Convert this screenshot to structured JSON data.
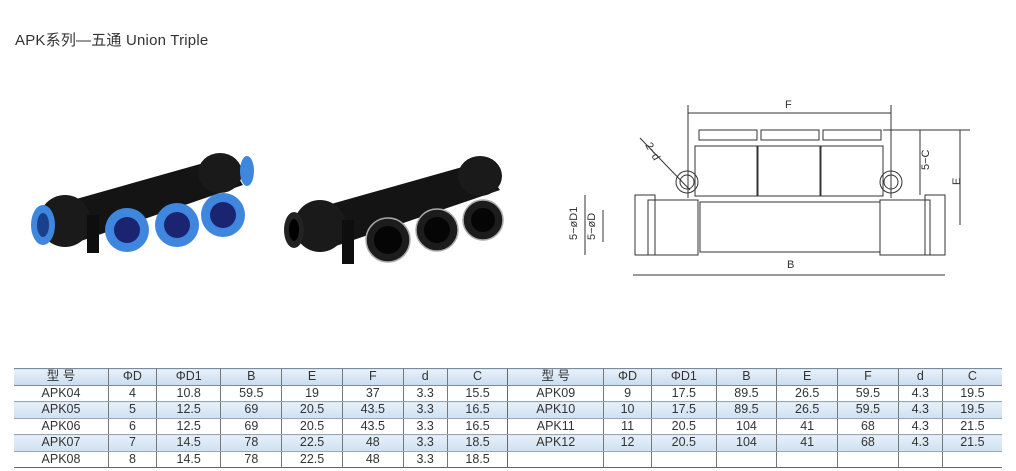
{
  "title": "APK系列—五通 Union Triple",
  "photos": [
    {
      "variant": "blue-release-ring",
      "color": "#3a7fd6"
    },
    {
      "variant": "black-release-ring",
      "color": "#1a1a1a"
    }
  ],
  "drawing": {
    "labels": {
      "F": "F",
      "B": "B",
      "E": "E",
      "C": "5−C",
      "d": "2−d",
      "D1": "5−øD1",
      "D": "5−øD"
    }
  },
  "table": {
    "headers": [
      "型 号",
      "ΦD",
      "ΦD1",
      "B",
      "E",
      "F",
      "d",
      "C"
    ],
    "left_rows": [
      [
        "APK04",
        "4",
        "10.8",
        "59.5",
        "19",
        "37",
        "3.3",
        "15.5"
      ],
      [
        "APK05",
        "5",
        "12.5",
        "69",
        "20.5",
        "43.5",
        "3.3",
        "16.5"
      ],
      [
        "APK06",
        "6",
        "12.5",
        "69",
        "20.5",
        "43.5",
        "3.3",
        "16.5"
      ],
      [
        "APK07",
        "7",
        "14.5",
        "78",
        "22.5",
        "48",
        "3.3",
        "18.5"
      ],
      [
        "APK08",
        "8",
        "14.5",
        "78",
        "22.5",
        "48",
        "3.3",
        "18.5"
      ]
    ],
    "right_rows": [
      [
        "APK09",
        "9",
        "17.5",
        "89.5",
        "26.5",
        "59.5",
        "4.3",
        "19.5"
      ],
      [
        "APK10",
        "10",
        "17.5",
        "89.5",
        "26.5",
        "59.5",
        "4.3",
        "19.5"
      ],
      [
        "APK11",
        "11",
        "20.5",
        "104",
        "41",
        "68",
        "4.3",
        "21.5"
      ],
      [
        "APK12",
        "12",
        "20.5",
        "104",
        "41",
        "68",
        "4.3",
        "21.5"
      ],
      [
        "",
        "",
        "",
        "",
        "",
        "",
        "",
        ""
      ]
    ]
  }
}
